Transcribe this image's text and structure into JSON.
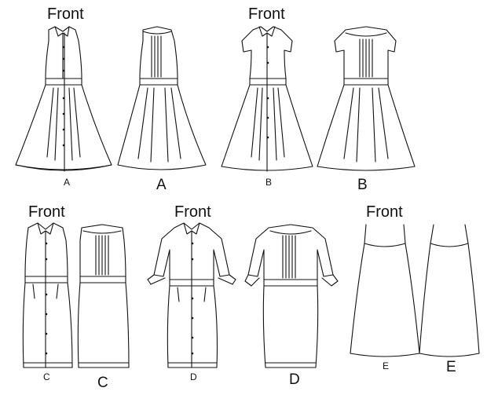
{
  "labels": {
    "front_1": "Front",
    "front_2": "Front",
    "front_3": "Front",
    "front_4": "Front",
    "front_5": "Front",
    "view_a_front": "A",
    "view_a_back": "A",
    "view_b_front": "B",
    "view_b_back": "B",
    "view_c_front": "C",
    "view_c_back": "C",
    "view_d_front": "D",
    "view_d_back": "D",
    "view_e_front": "E",
    "view_e_back": "E"
  }
}
